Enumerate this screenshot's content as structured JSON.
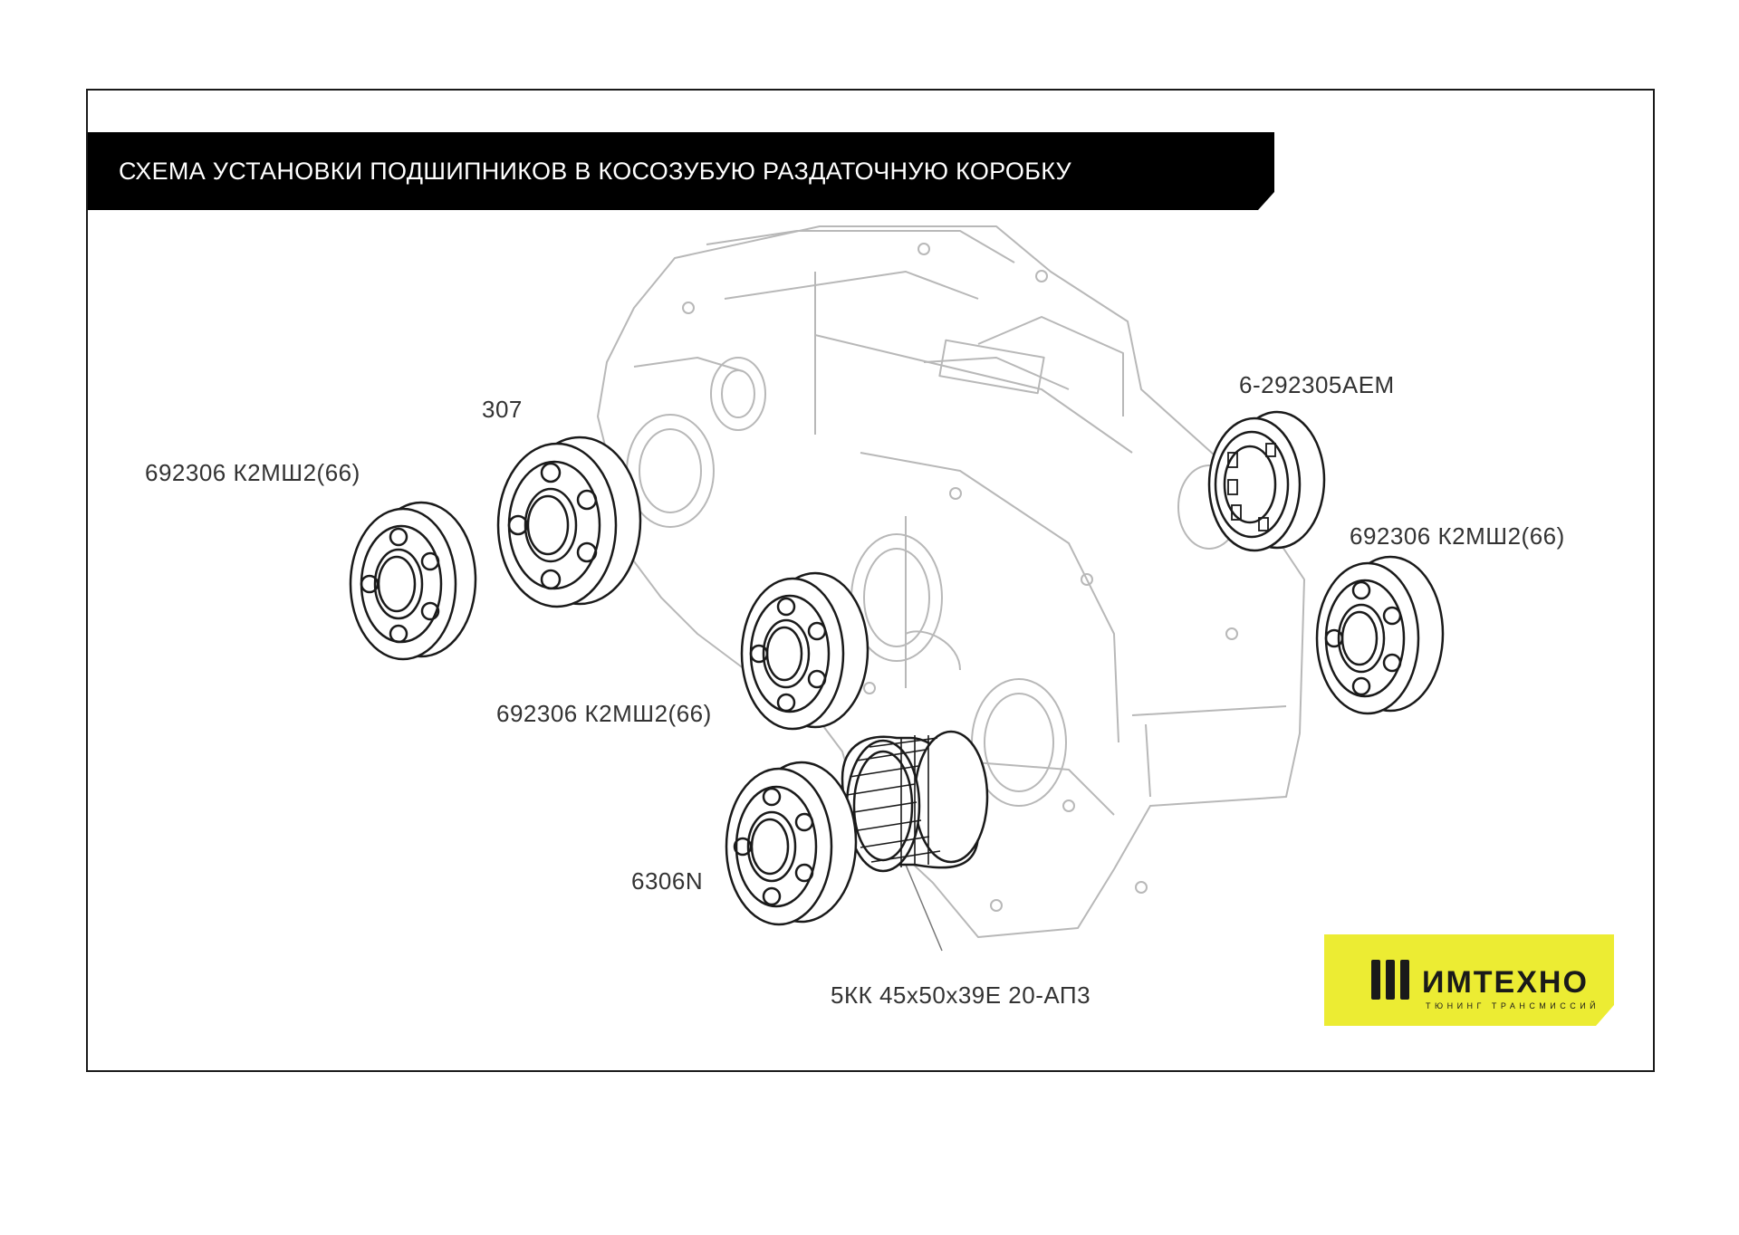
{
  "title": "СХЕМА УСТАНОВКИ ПОДШИПНИКОВ В КОСОЗУБУЮ РАЗДАТОЧНУЮ КОРОБКУ",
  "labels": {
    "bearing_left": "692306 К2МШ2(66)",
    "bearing_307": "307",
    "bearing_center": "692306 К2МШ2(66)",
    "bearing_6306n": "6306N",
    "needle_bearing": "5КК 45x50x39Е 20-АП3",
    "bearing_top_right": "6-292305АЕМ",
    "bearing_right": "692306 К2МШ2(66)"
  },
  "logo": {
    "name": "ИМТЕХНО",
    "tagline": "ТЮНИНГ ТРАНСМИССИЙ"
  },
  "colors": {
    "title_bar": "#000000",
    "logo_bg": "#ecec33",
    "line": "#1a1a1a",
    "housing_line": "#b8b8b8"
  }
}
